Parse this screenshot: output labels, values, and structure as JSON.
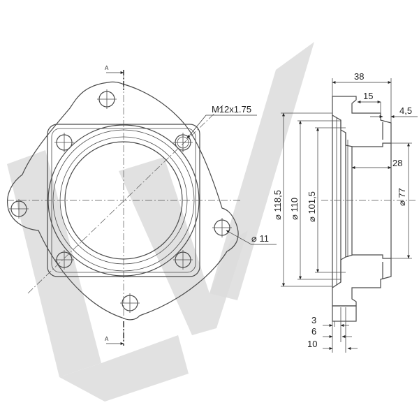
{
  "colors": {
    "watermark": "#dcdcdc",
    "line": "#4a4a4a",
    "text": "#222222"
  },
  "watermark": {
    "text": "LV"
  },
  "front_view": {
    "section_marker_top": "A",
    "section_marker_bottom": "A",
    "thread_label": "M12x1.75",
    "hole_label": "⌀ 11"
  },
  "side_view": {
    "dims": {
      "d38": "38",
      "d15": "15",
      "d4_5": "4,5",
      "d28": "28",
      "d3": "3",
      "d6": "6",
      "d10": "10",
      "dia118": "⌀ 118,5",
      "dia110": "⌀ 110",
      "dia101": "⌀ 101,5",
      "dia77": "⌀ 77"
    }
  }
}
